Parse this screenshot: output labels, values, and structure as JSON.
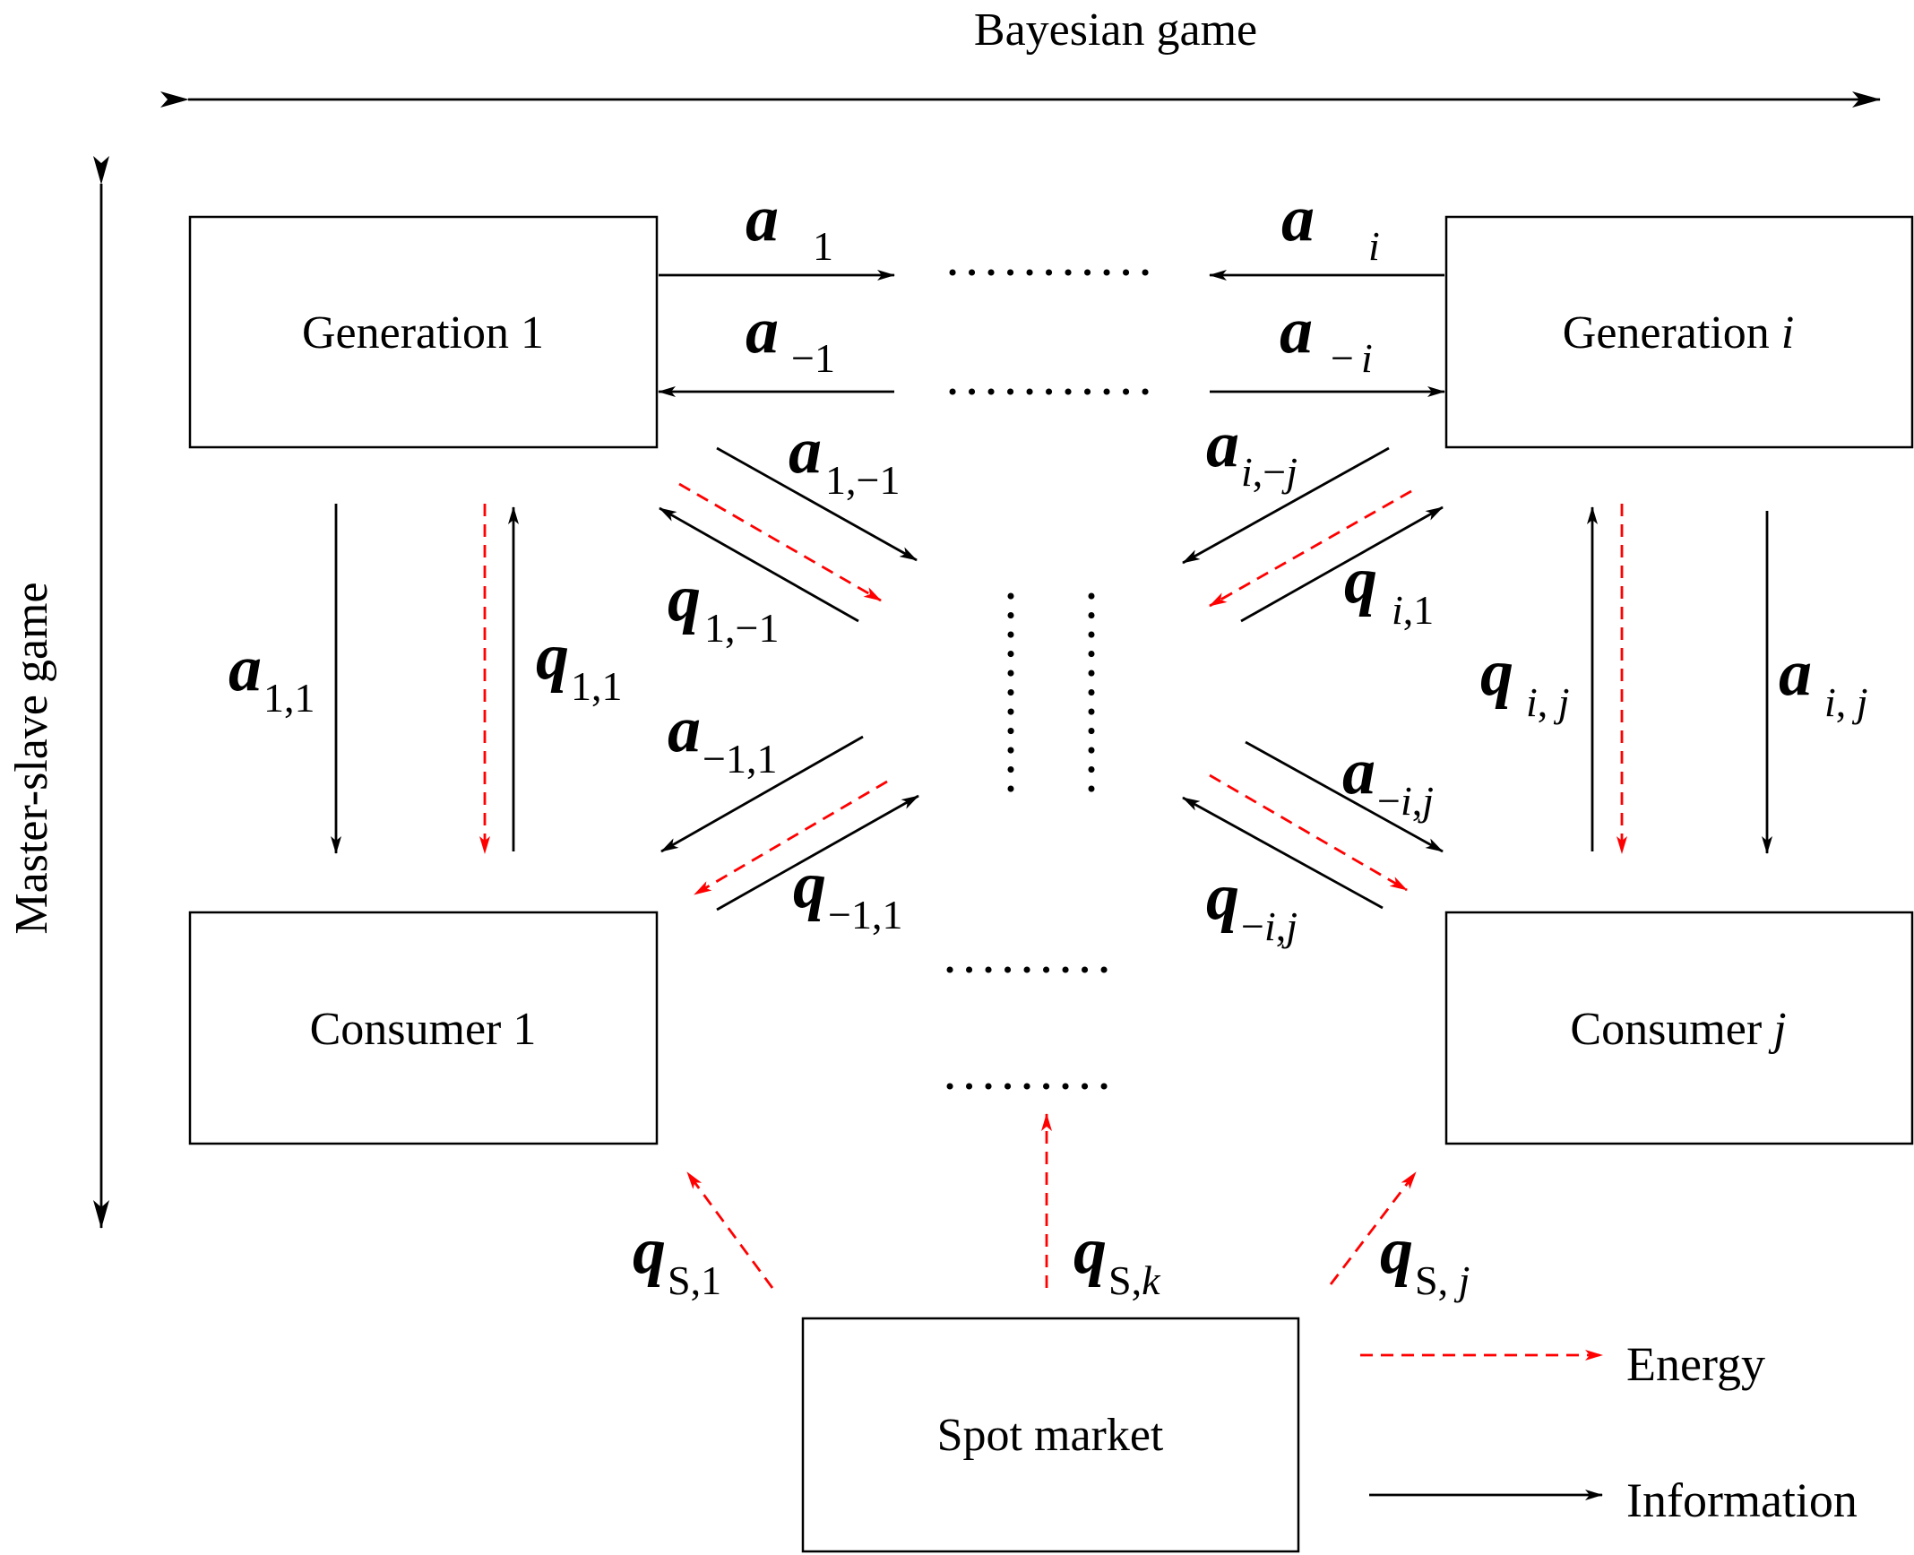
{
  "titles": {
    "bayesian": "Bayesian game",
    "master_slave": "Master-slave game"
  },
  "boxes": {
    "gen1": "Generation 1",
    "gen_i_text": "Generation ",
    "gen_i_var": "i",
    "con1": "Consumer 1",
    "con_j_text": "Consumer ",
    "con_j_var": "j",
    "spot": "Spot market"
  },
  "legend": {
    "energy": "Energy",
    "information": "Information"
  },
  "symbols": {
    "a": "a",
    "q": "q"
  },
  "subscripts": {
    "a_1": "1",
    "a_i": "i",
    "a_m1": "−1",
    "a_mi_sign": "−",
    "a_mi_var": "i",
    "a_1_m1": "1,−1",
    "a_i_mj_var1": "i",
    "a_i_mj_mid": ",−",
    "a_i_mj_var2": "j",
    "q_1_m1": "1,−1",
    "q_i_1_var": "i",
    "q_i_1_rest": ",1",
    "a_11": "1,1",
    "q_11": "1,1",
    "q_ij_var1": "i",
    "q_ij_mid": ", ",
    "q_ij_var2": "j",
    "a_ij_var1": "i",
    "a_ij_mid": ", ",
    "a_ij_var2": "j",
    "a_m1_1": "−1,1",
    "q_m1_1": "−1,1",
    "a_mi_j_sign": "−",
    "a_mi_j_var1": "i",
    "a_mi_j_mid": ",",
    "a_mi_j_var2": "j",
    "q_mi_j_sign": "−",
    "q_mi_j_var1": "i",
    "q_mi_j_mid": ",",
    "q_mi_j_var2": "j",
    "q_s1": "S,1",
    "q_sk_text": "S,",
    "q_sk_var": "k",
    "q_sj_text": "S, ",
    "q_sj_var": "j"
  }
}
